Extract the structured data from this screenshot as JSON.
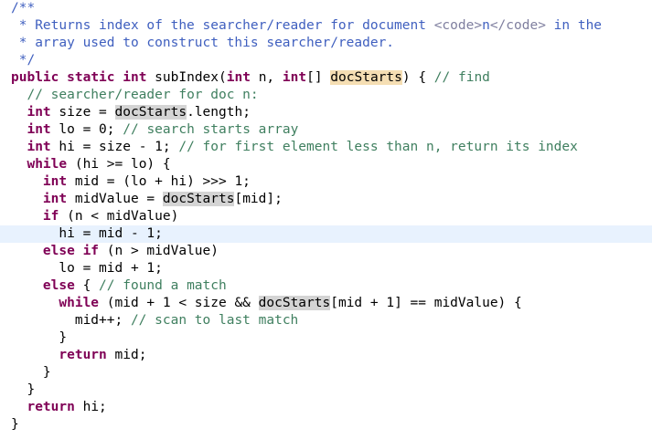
{
  "editor": {
    "lines": [
      [
        {
          "t": "/**",
          "c": "doc"
        }
      ],
      [
        {
          "t": " * Returns index of the searcher/reader for document ",
          "c": "doc"
        },
        {
          "t": "<code>",
          "c": "tag"
        },
        {
          "t": "n",
          "c": "doc"
        },
        {
          "t": "</code>",
          "c": "tag"
        },
        {
          "t": " in the",
          "c": "doc"
        }
      ],
      [
        {
          "t": " * array used to construct this searcher/reader.",
          "c": "doc"
        }
      ],
      [
        {
          "t": " */",
          "c": "doc"
        }
      ],
      [
        {
          "t": "public",
          "c": "kw"
        },
        {
          "t": " "
        },
        {
          "t": "static",
          "c": "kw"
        },
        {
          "t": " "
        },
        {
          "t": "int",
          "c": "kw"
        },
        {
          "t": " subIndex("
        },
        {
          "t": "int",
          "c": "kw"
        },
        {
          "t": " n, "
        },
        {
          "t": "int",
          "c": "kw"
        },
        {
          "t": "[] "
        },
        {
          "t": "docStarts",
          "c": "hl-decl"
        },
        {
          "t": ") { "
        },
        {
          "t": "// find",
          "c": "cm"
        }
      ],
      [
        {
          "t": "  "
        },
        {
          "t": "// searcher/reader for doc n:",
          "c": "cm"
        }
      ],
      [
        {
          "t": "  "
        },
        {
          "t": "int",
          "c": "kw"
        },
        {
          "t": " size = "
        },
        {
          "t": "docStarts",
          "c": "hl-use"
        },
        {
          "t": ".length;"
        }
      ],
      [
        {
          "t": "  "
        },
        {
          "t": "int",
          "c": "kw"
        },
        {
          "t": " lo = 0; "
        },
        {
          "t": "// search starts array",
          "c": "cm"
        }
      ],
      [
        {
          "t": "  "
        },
        {
          "t": "int",
          "c": "kw"
        },
        {
          "t": " hi = size - 1; "
        },
        {
          "t": "// for first element less than n, return its index",
          "c": "cm"
        }
      ],
      [
        {
          "t": "  "
        },
        {
          "t": "while",
          "c": "kw"
        },
        {
          "t": " (hi >= lo) {"
        }
      ],
      [
        {
          "t": "    "
        },
        {
          "t": "int",
          "c": "kw"
        },
        {
          "t": " mid = (lo + hi) >>> 1;"
        }
      ],
      [
        {
          "t": "    "
        },
        {
          "t": "int",
          "c": "kw"
        },
        {
          "t": " midValue = "
        },
        {
          "t": "docStarts",
          "c": "hl-use"
        },
        {
          "t": "[mid];"
        }
      ],
      [
        {
          "t": "    "
        },
        {
          "t": "if",
          "c": "kw"
        },
        {
          "t": " (n < midValue)"
        }
      ],
      [
        {
          "t": "      hi = mid - 1;"
        }
      ],
      [
        {
          "t": "    "
        },
        {
          "t": "else",
          "c": "kw"
        },
        {
          "t": " "
        },
        {
          "t": "if",
          "c": "kw"
        },
        {
          "t": " (n > midValue)"
        }
      ],
      [
        {
          "t": "      lo = mid + 1;"
        }
      ],
      [
        {
          "t": "    "
        },
        {
          "t": "else",
          "c": "kw"
        },
        {
          "t": " { "
        },
        {
          "t": "// found a match",
          "c": "cm"
        }
      ],
      [
        {
          "t": "      "
        },
        {
          "t": "while",
          "c": "kw"
        },
        {
          "t": " (mid + 1 < size && "
        },
        {
          "t": "docStarts",
          "c": "hl-use"
        },
        {
          "t": "[mid + 1] == midValue) {"
        }
      ],
      [
        {
          "t": "        mid++; "
        },
        {
          "t": "// scan to last match",
          "c": "cm"
        }
      ],
      [
        {
          "t": "      }"
        }
      ],
      [
        {
          "t": "      "
        },
        {
          "t": "return",
          "c": "kw"
        },
        {
          "t": " mid;"
        }
      ],
      [
        {
          "t": "    }"
        }
      ],
      [
        {
          "t": "  }"
        }
      ],
      [
        {
          "t": "  "
        },
        {
          "t": "return",
          "c": "kw"
        },
        {
          "t": " hi;"
        }
      ],
      [
        {
          "t": "}"
        }
      ]
    ],
    "current_line_index": 13
  },
  "colors": {
    "keyword": "#7f0055",
    "comment": "#3f7f5f",
    "javadoc": "#3f5fbf",
    "javadoc_tag": "#7f7f9f",
    "occurrence_declaration": "#f5deb3",
    "occurrence_use": "#d4d4d4",
    "current_line": "#e8f2fe"
  }
}
